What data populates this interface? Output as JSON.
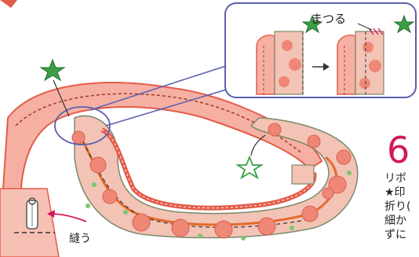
{
  "step": {
    "number": "6"
  },
  "instructions": {
    "line1": "リボ",
    "line2": "★印",
    "line3": "折り(",
    "line4": "細か",
    "line5": "ずに"
  },
  "labels": {
    "matsuru": "まつる",
    "nuu": "縫う"
  },
  "colors": {
    "accent": "#d3195a",
    "border": "#5b5fb0",
    "tape": "#e45c4a",
    "fabric_pink": "#f08a7a",
    "fabric_green": "#5aa55a",
    "star": "#3aa046"
  }
}
